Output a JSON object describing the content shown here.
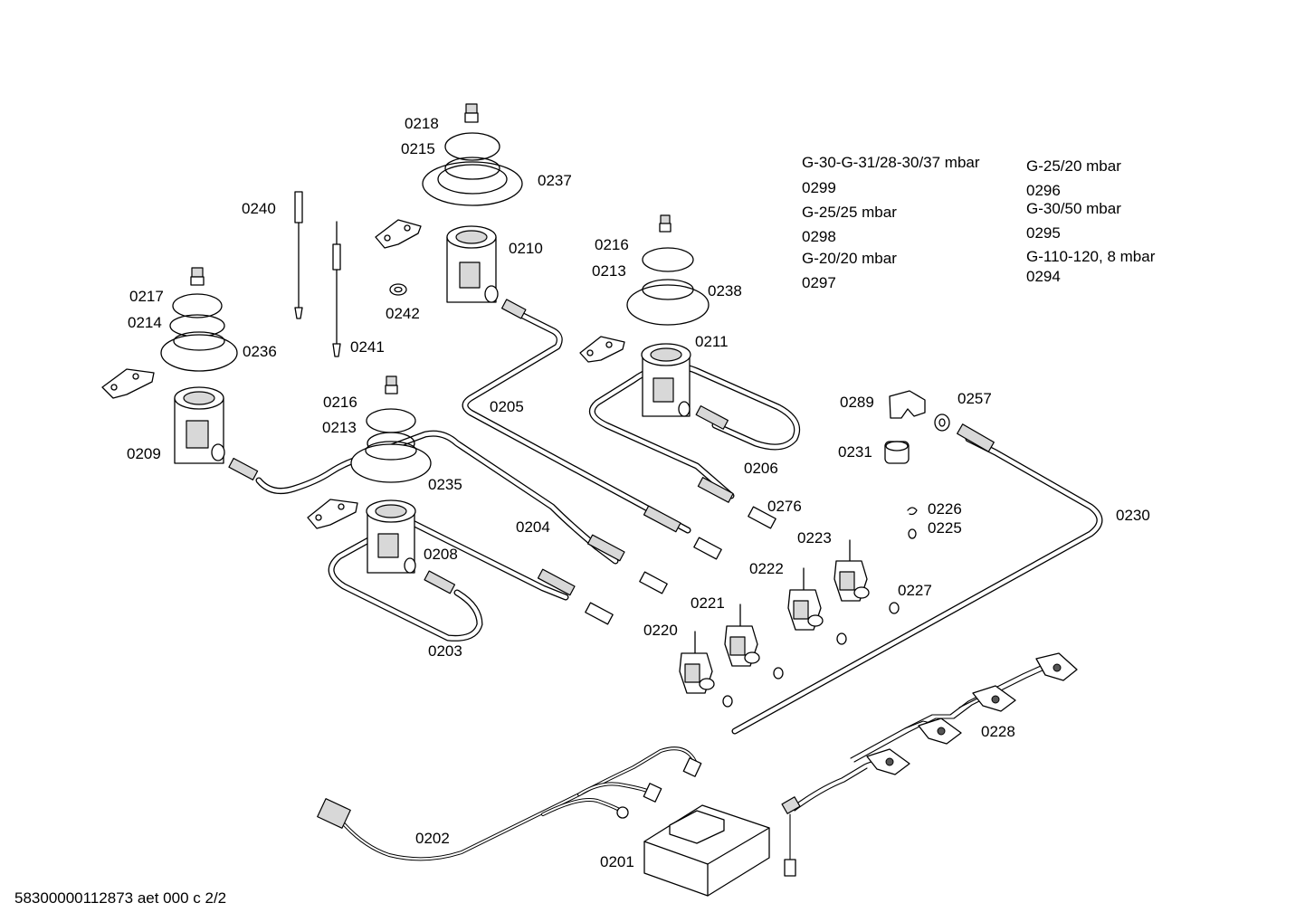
{
  "labels": {
    "p0218": "0218",
    "p0215": "0215",
    "p0237": "0237",
    "p0240": "0240",
    "p0210": "0210",
    "p0216a": "0216",
    "p0213a": "0213",
    "p0238": "0238",
    "p0217": "0217",
    "p0214": "0214",
    "p0236": "0236",
    "p0242": "0242",
    "p0241": "0241",
    "p0211": "0211",
    "p0209": "0209",
    "p0216b": "0216",
    "p0213b": "0213",
    "p0205": "0205",
    "p0235": "0235",
    "p0289": "0289",
    "p0257": "0257",
    "p0231": "0231",
    "p0206": "0206",
    "p0276": "0276",
    "p0226": "0226",
    "p0225": "0225",
    "p0230": "0230",
    "p0204": "0204",
    "p0223": "0223",
    "p0208": "0208",
    "p0222": "0222",
    "p0227": "0227",
    "p0221": "0221",
    "p0220": "0220",
    "p0203": "0203",
    "p0228": "0228",
    "p0202": "0202",
    "p0201": "0201"
  },
  "gas_notes": {
    "left": [
      "G-30-G-31/28-30/37 mbar",
      "0299",
      "G-25/25 mbar",
      "0298",
      "G-20/20 mbar",
      "0297"
    ],
    "right": [
      "G-25/20 mbar",
      "0296",
      "G-30/50 mbar",
      "0295",
      "G-110-120,  8 mbar",
      "0294"
    ]
  },
  "footer": "58300000112873 aet 000 c 2/2"
}
